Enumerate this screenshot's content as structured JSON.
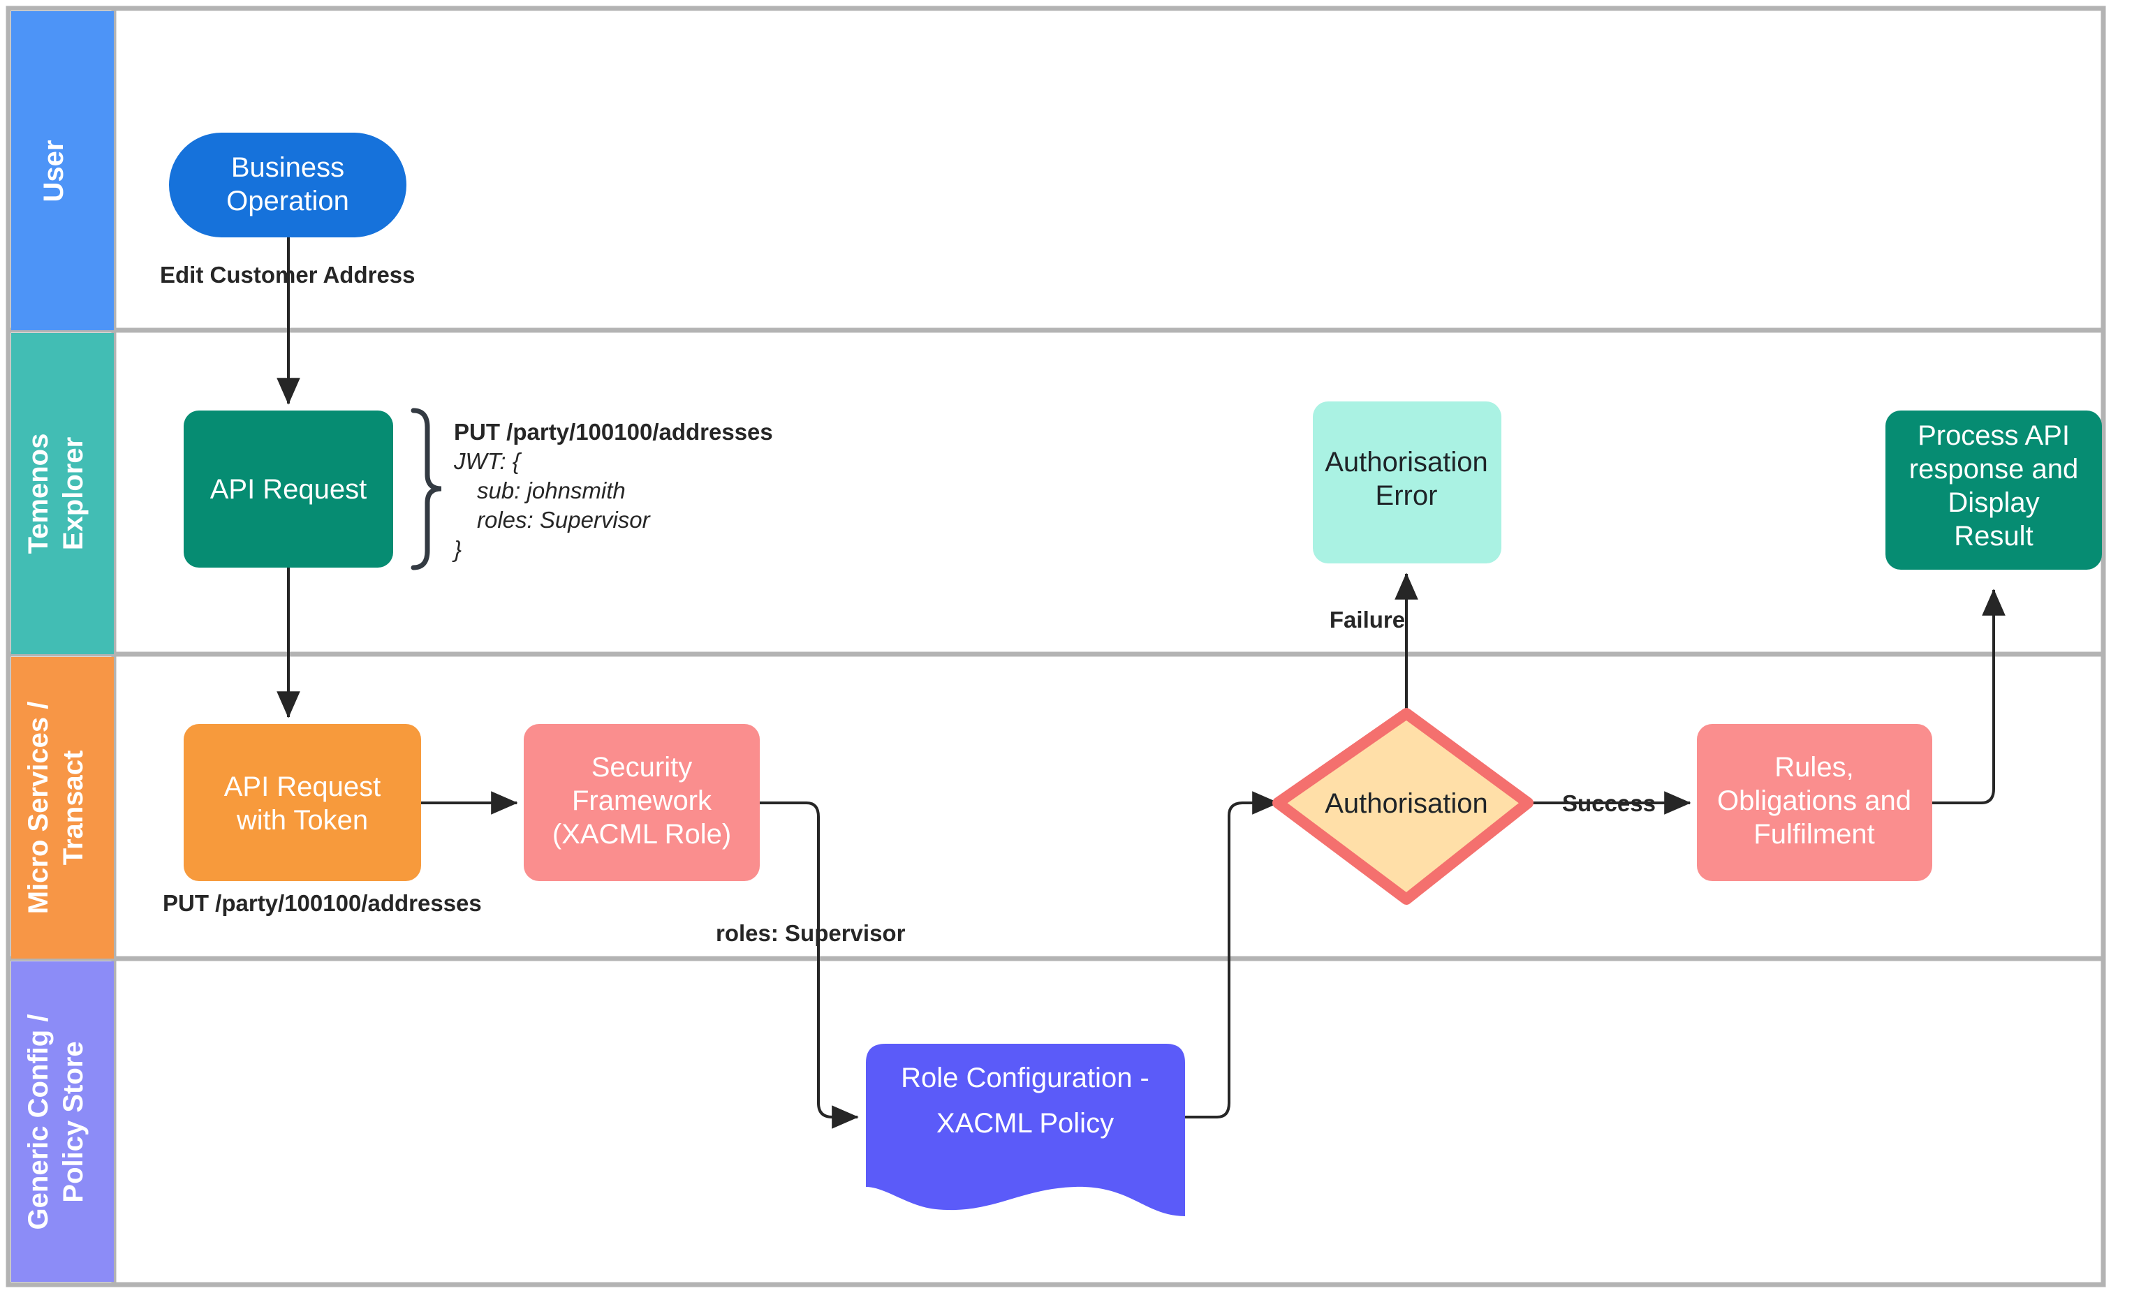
{
  "diagram": {
    "title": "Authorisation Flow Swimlane Diagram",
    "frame_border_color": "#b3b3b3",
    "edge_color": "#262626"
  },
  "lanes": [
    {
      "id": "user",
      "label": "User",
      "color": "#4d94f7"
    },
    {
      "id": "explorer",
      "label_line1": "Temenos",
      "label_line2": "Explorer",
      "color": "#42bdb4"
    },
    {
      "id": "micro",
      "label_line1": "Micro Services /",
      "label_line2": "Transact",
      "color": "#f79646"
    },
    {
      "id": "policy",
      "label_line1": "Generic Config /",
      "label_line2": "Policy Store",
      "color": "#8c8cf7"
    }
  ],
  "nodes": {
    "business_operation": {
      "line1": "Business",
      "line2": "Operation",
      "fill": "#1672db",
      "text": "#ffffff"
    },
    "api_request": {
      "line1": "API Request",
      "fill": "#068c72",
      "text": "#ffffff"
    },
    "api_request_token": {
      "line1": "API Request",
      "line2": "with Token",
      "fill": "#f79a3c",
      "text": "#ffffff"
    },
    "security_framework": {
      "line1": "Security",
      "line2": "Framework",
      "line3": "(XACML Role)",
      "fill": "#fa8e8e",
      "text": "#ffffff"
    },
    "role_configuration": {
      "line1": "Role Configuration -",
      "line2": "XACML Policy",
      "fill": "#5b5bf9",
      "text": "#ffffff"
    },
    "authorisation": {
      "line1": "Authorisation",
      "fill": "#ffdfa8",
      "stroke": "#f4706e",
      "text": "#1f2428"
    },
    "authorisation_error": {
      "line1": "Authorisation",
      "line2": "Error",
      "fill": "#aaf2e3",
      "text": "#1f2428"
    },
    "rules_obligations": {
      "line1": "Rules,",
      "line2": "Obligations and",
      "line3": "Fulfilment",
      "fill": "#fa8e8e",
      "text": "#ffffff"
    },
    "process_api": {
      "line1": "Process API",
      "line2": "response and",
      "line3": "Display",
      "line4": "Result",
      "fill": "#068c72",
      "text": "#ffffff"
    }
  },
  "annotations": {
    "edit_customer_address": "Edit Customer Address",
    "put_addresses_micro": "PUT /party/100100/addresses",
    "roles_supervisor": "roles: Supervisor",
    "failure": "Failure",
    "success": "Success",
    "jwt_note": {
      "line1": "PUT /party/100100/addresses",
      "line2": "JWT: {",
      "line3": "sub: johnsmith",
      "line4": "roles: Supervisor",
      "line5": "}"
    }
  }
}
